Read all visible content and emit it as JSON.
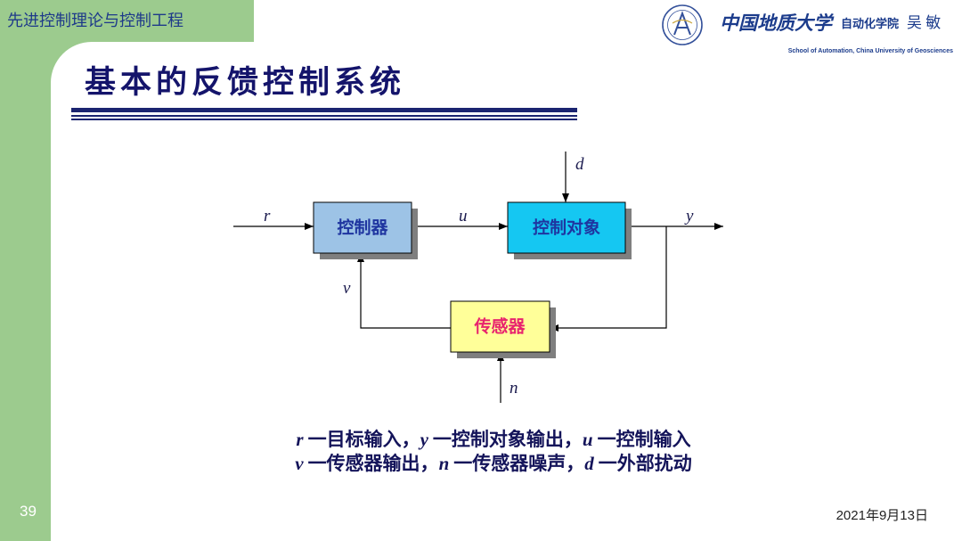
{
  "header": {
    "course_title": "先进控制理论与控制工程",
    "university_calligraphy": "中国地质大学",
    "school": "自动化学院",
    "author": "吴 敏",
    "school_english": "School of Automation, China University of Geosciences"
  },
  "slide": {
    "title": "基本的反馈控制系统",
    "page_number": "39",
    "date": "2021年9月13日"
  },
  "diagram": {
    "blocks": {
      "controller": "控制器",
      "plant": "控制对象",
      "sensor": "传感器"
    },
    "signals": {
      "reference": "r",
      "control": "u",
      "output": "y",
      "disturbance": "d",
      "measurement": "v",
      "noise": "n"
    }
  },
  "legend": {
    "lines": [
      {
        "items": [
          {
            "symbol": "r",
            "text": "一目标输入，"
          },
          {
            "symbol": "y",
            "text": "一控制对象输出，"
          },
          {
            "symbol": "u",
            "text": "一控制输入"
          }
        ]
      },
      {
        "items": [
          {
            "symbol": "v",
            "text": "一传感器输出，"
          },
          {
            "symbol": "n",
            "text": "一传感器噪声，"
          },
          {
            "symbol": "d",
            "text": "一外部扰动"
          }
        ]
      }
    ]
  },
  "colors": {
    "sidebar_green": "#9ccb8e",
    "navy": "#1b2470",
    "controller_fill": "#9dc3e6",
    "plant_fill": "#15c7f2",
    "sensor_fill": "#ffff99",
    "block_text": "#1f35a0",
    "sensor_text": "#e8246e",
    "shadow": "#7f7f7f"
  }
}
